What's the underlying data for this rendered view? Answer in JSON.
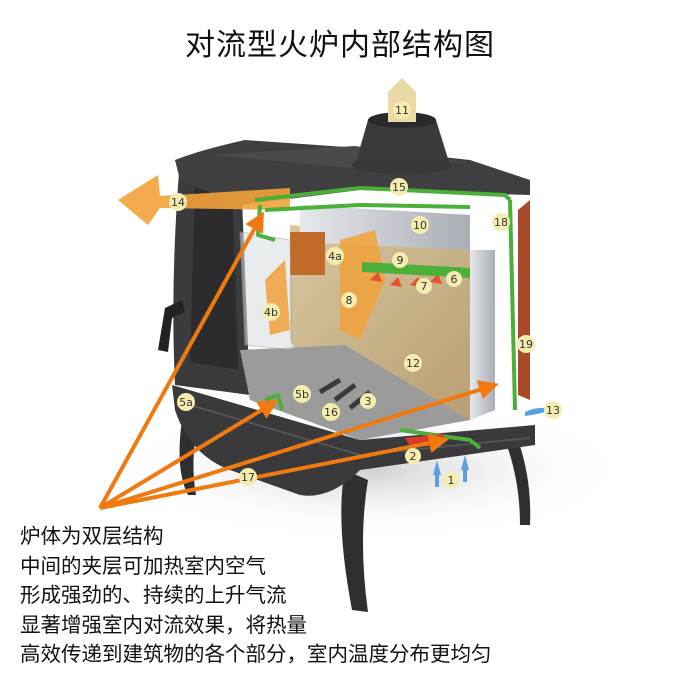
{
  "title": "对流型火炉内部结构图",
  "caption": {
    "lines": [
      "炉体为双层结构",
      "中间的夹层可加热室内空气",
      "形成强劲的、持续的上升气流",
      "显著增强室内对流效果，将热量",
      "高效传递到建筑物的各个部分，室内温度分布更均匀"
    ]
  },
  "diagram": {
    "subject": "wood-stove-cutaway",
    "callouts": [
      {
        "id": "1",
        "label": "1"
      },
      {
        "id": "2",
        "label": "2"
      },
      {
        "id": "3",
        "label": "3"
      },
      {
        "id": "4a",
        "label": "4a"
      },
      {
        "id": "4b",
        "label": "4b"
      },
      {
        "id": "5a",
        "label": "5a"
      },
      {
        "id": "5b",
        "label": "5b"
      },
      {
        "id": "6",
        "label": "6"
      },
      {
        "id": "7",
        "label": "7"
      },
      {
        "id": "8",
        "label": "8"
      },
      {
        "id": "9",
        "label": "9"
      },
      {
        "id": "10",
        "label": "10"
      },
      {
        "id": "11",
        "label": "11"
      },
      {
        "id": "12",
        "label": "12"
      },
      {
        "id": "13",
        "label": "13"
      },
      {
        "id": "14",
        "label": "14"
      },
      {
        "id": "15",
        "label": "15"
      },
      {
        "id": "16",
        "label": "16"
      },
      {
        "id": "17",
        "label": "17"
      },
      {
        "id": "18",
        "label": "18"
      },
      {
        "id": "19",
        "label": "19"
      }
    ],
    "colors": {
      "arrow": "#f07a10",
      "double_wall": "#4caf3a",
      "stove_body": "#3a3a3c",
      "firebrick": "#c9b48a",
      "steel": "#c9cdd2",
      "heat_flow": "#f2a23a",
      "cold_air": "#4a8fd6",
      "callout_fill": "#f5ecb0"
    }
  }
}
